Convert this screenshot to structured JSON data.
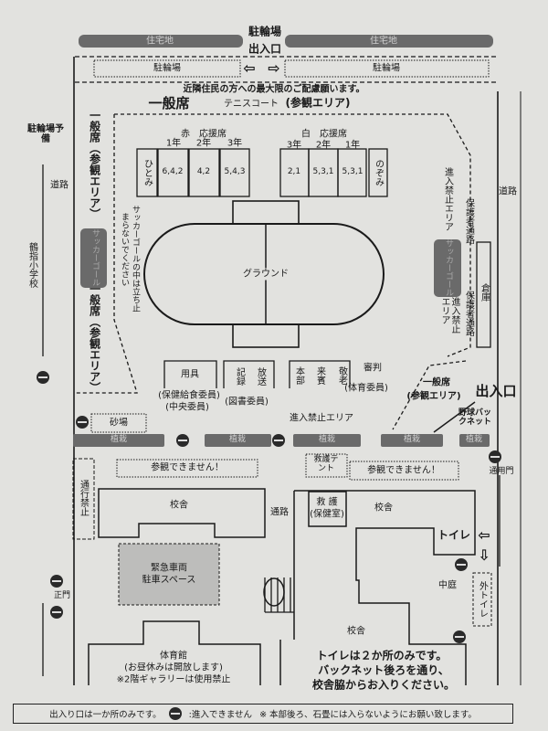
{
  "top": {
    "residential_left": "住宅地",
    "residential_right": "住宅地",
    "bike_entrance_line1": "駐輪場",
    "bike_entrance_line2": "出入口",
    "bike_parking_left": "駐輪場",
    "bike_parking_right": "駐輪場",
    "neighbor_notice": "近隣住民の方への最大限のご配慮願います。",
    "general_seats": "一般席",
    "tennis_court": "テニスコート",
    "viewing_area": "(参観エリア)"
  },
  "left": {
    "bike_reserve": "駐輪場予備",
    "road": "道路",
    "elementary_school": "鶴指小学校",
    "general_seats_1": "一般席（参観エリア）",
    "general_seats_2": "一般席（参観エリア）",
    "soccer_goal": "サッカーゴール",
    "soccer_note_1": "サッカーゴールの中は立ち止",
    "soccer_note_2": "まらないでください"
  },
  "cheering": {
    "red_title": "赤　応援席",
    "white_title": "白　応援席",
    "red_years": [
      "1年",
      "2年",
      "3年"
    ],
    "white_years": [
      "3年",
      "2年",
      "1年"
    ],
    "red_special": "ひとみ",
    "red_classes": [
      "6,4,2",
      "4,2",
      "5,4,3"
    ],
    "white_classes": [
      "2,1",
      "5,3,1",
      "5,3,1"
    ],
    "white_special": "のぞみ"
  },
  "ground": "グラウンド",
  "right": {
    "no_entry_area_1": "進入禁止エリア",
    "guardian_path_1": "保護者通路",
    "soccer_goal": "サッカーゴール",
    "storage": "倉庫",
    "guardian_path_2": "保護者通路",
    "no_entry_area_2": "進入禁止エリア",
    "road": "道路"
  },
  "tents": {
    "equipment": "用具",
    "equipment_staff_1": "(保健給食委員)",
    "equipment_staff_2": "(中央委員)",
    "record": "記録",
    "broadcast": "放送",
    "library_staff": "(図書委員)",
    "hq": "本部",
    "guests": "来賓",
    "elderly": "敬老",
    "referee": "審判",
    "pe_staff": "(体育委員)",
    "general_seats": "一般席",
    "viewing_area": "(参観エリア)",
    "entrance": "出入口",
    "backnet": "野球バックネット",
    "no_entry_area": "進入禁止エリア",
    "sandbox": "砂場",
    "planting": "植栽"
  },
  "lower": {
    "no_viewing_left": "参観できません！",
    "first_aid_tent": "救護テント",
    "no_viewing_right": "参観できません！",
    "side_gate": "通用門",
    "no_passage": "通行禁止",
    "school_building_left": "校舎",
    "passage": "通路",
    "first_aid_room_1": "救 護",
    "first_aid_room_2": "(保健室)",
    "school_building_right": "校舎",
    "toilet": "トイレ",
    "emergency_parking_1": "緊急車両",
    "emergency_parking_2": "駐車スペース",
    "courtyard": "中庭",
    "outdoor_toilet": "外トイレ",
    "main_gate": "正門",
    "school_building_bottom": "校舎",
    "gym": "体育館",
    "gym_note_1": "(お昼休みは開放します)",
    "gym_note_2": "※2階ギャラリーは使用禁止",
    "toilet_notice_1": "トイレは２か所のみです。",
    "toilet_notice_2": "バックネット後ろを通り、",
    "toilet_notice_3": "校舎脇からお入りください。"
  },
  "footer": {
    "entrance_note": "出入り口は一か所のみです。",
    "no_entry_legend": ":進入できません",
    "stone_note": "※ 本部後ろ、石畳には入らないようにお願い致します。"
  },
  "colors": {
    "paper": "#e2e2df",
    "dark_bar": "#6a6a6a",
    "ink": "#1a1a1a"
  }
}
